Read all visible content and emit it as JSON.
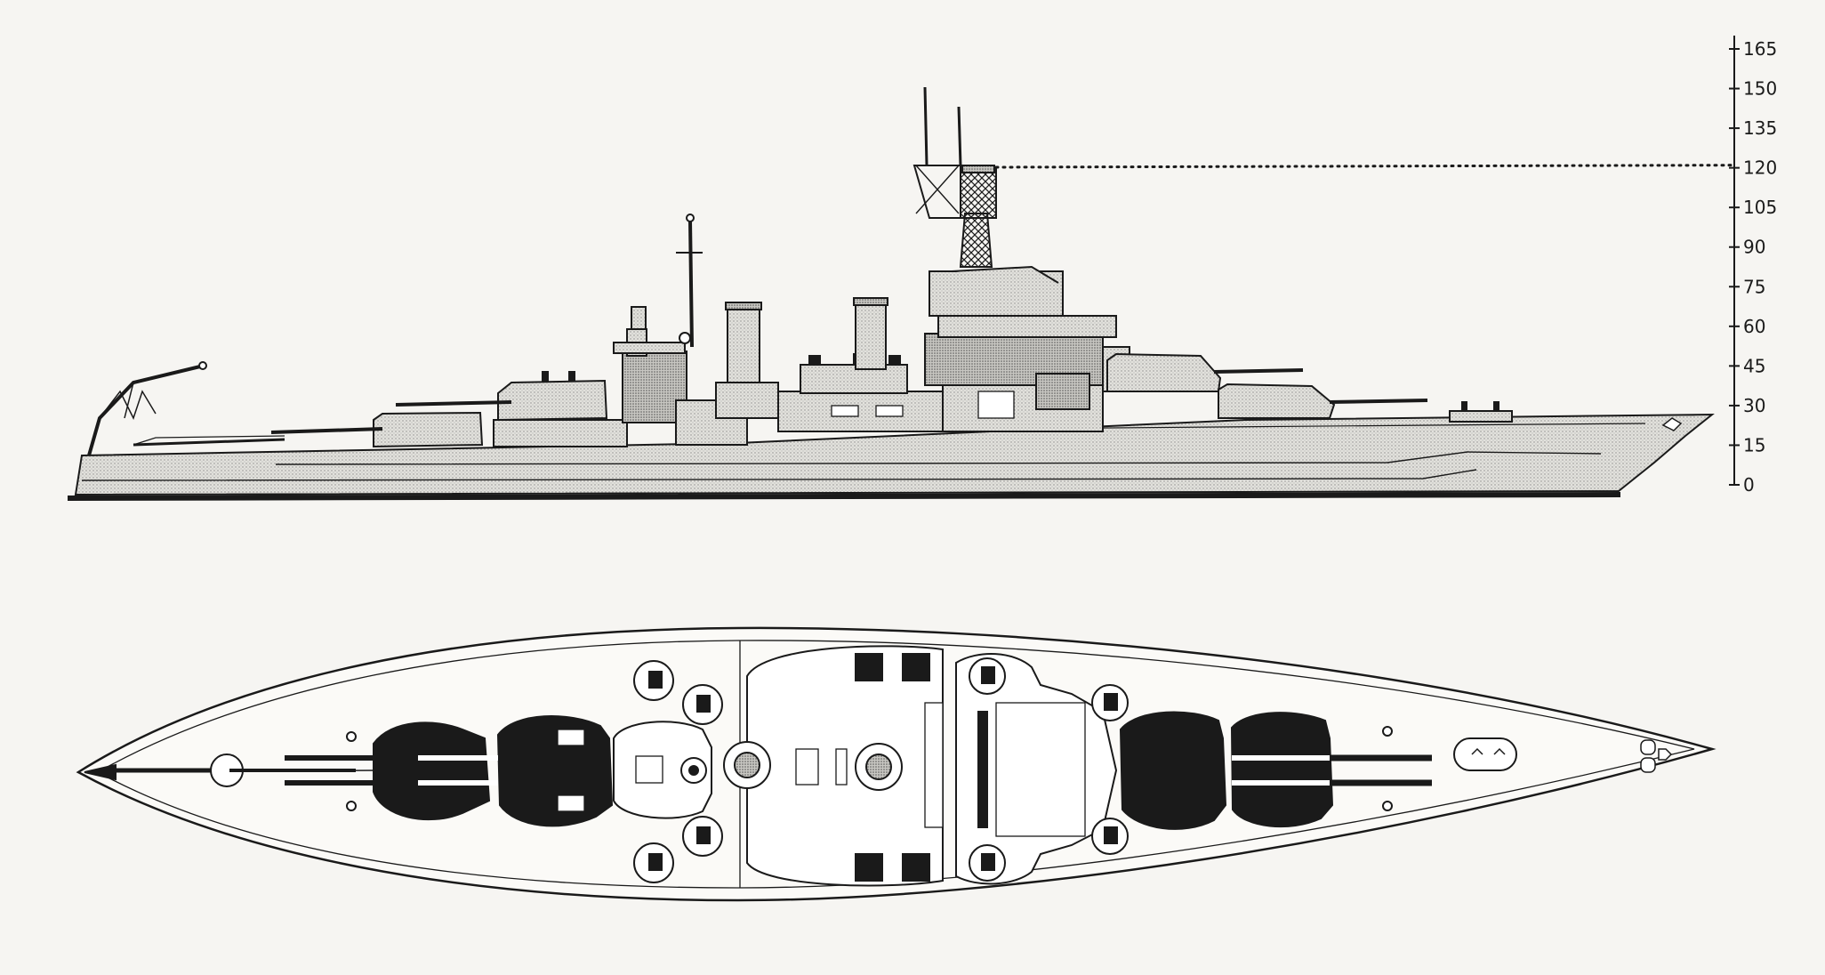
{
  "figure": {
    "views": [
      "profile",
      "plan"
    ],
    "ink_color": "#1a1a1a",
    "paper_color": "#f6f5f2",
    "stipple_color": "#9a9a9a"
  },
  "height_scale": {
    "ticks": [
      "165",
      "150",
      "135",
      "120",
      "105",
      "90",
      "75",
      "60",
      "45",
      "30",
      "15",
      "0"
    ],
    "max_value": 165,
    "marked_height": 121
  }
}
